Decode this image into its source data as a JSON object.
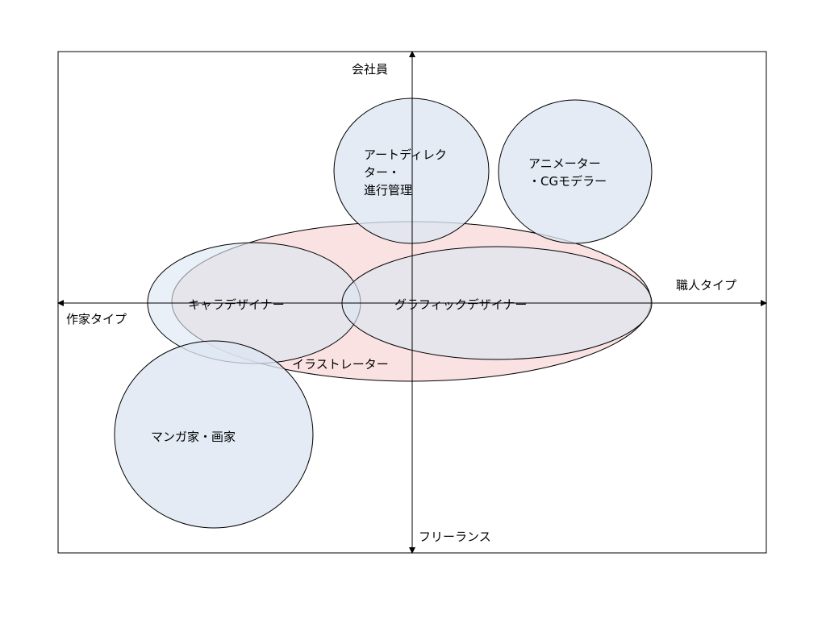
{
  "axes": {
    "top": "会社員",
    "bottom": "フリーランス",
    "left": "作家タイプ",
    "right": "職人タイプ"
  },
  "colors": {
    "blue_fill": "#dce6f2",
    "pink_fill": "#f8dada",
    "stroke": "#000000"
  },
  "groups": [
    {
      "id": "illustrator",
      "label": [
        "イラストレーター"
      ],
      "fill": "#f8dada"
    },
    {
      "id": "art-director",
      "label": [
        "アートディレク",
        "ター・",
        "進行管理"
      ],
      "fill": "#dce6f2"
    },
    {
      "id": "animator",
      "label": [
        "アニメーター",
        "・CGモデラー"
      ],
      "fill": "#dce6f2"
    },
    {
      "id": "chara-designer",
      "label": [
        "キャラデザイナー"
      ],
      "fill": "#dce6f2"
    },
    {
      "id": "graphic-designer",
      "label": [
        "グラフィックデザイナー"
      ],
      "fill": "#dce6f2"
    },
    {
      "id": "manga-artist",
      "label": [
        "マンガ家・画家"
      ],
      "fill": "#dce6f2"
    }
  ]
}
